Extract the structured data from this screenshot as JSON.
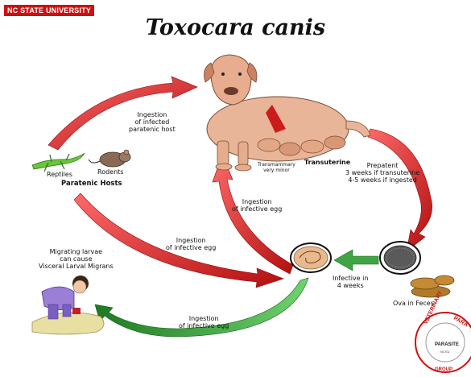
{
  "header": {
    "university": "NC STATE UNIVERSITY",
    "title": "Toxocara canis"
  },
  "labels": {
    "ingestion_infected": "Ingestion\nof infected\nparatenic host",
    "reptiles": "Reptiles",
    "rodents": "Rodents",
    "paratenic_hosts": "Paratenic Hosts",
    "transmammary": "Transmammary\nvery minor",
    "transuterine": "Transuterine",
    "prepatent": "Prepatent\n3 weeks if transuterine\n4-5 weeks if ingested",
    "ingestion_egg_center": "Ingestion\nof infective egg",
    "ingestion_egg_left": "Ingestion\nof infective egg",
    "migrating": "Migrating larvae\ncan cause\nVisceral Larval Migrans",
    "infective_4wk": "Infective in\n4 weeks",
    "ova_feces": "Ova in Feces",
    "ingestion_egg_bottom": "Ingestion\nof infective egg"
  },
  "logo": {
    "ring_left": "VETERINARY",
    "ring_right": "PARA",
    "center": "PARASITE",
    "bottom": "GROUP",
    "sub": "NCSU"
  },
  "colors": {
    "arrow_red": "#d41f1f",
    "arrow_green": "#2e9a32",
    "badge_red": "#cc1111"
  }
}
